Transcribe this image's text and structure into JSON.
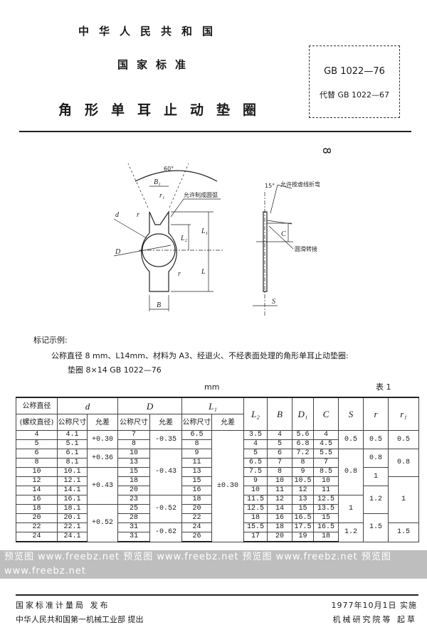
{
  "header": {
    "country": "中华人民共和国",
    "standard_type": "国家标准",
    "title": "角形单耳止动垫圈",
    "standard_no": "GB 1022—76",
    "replaces": "代替 GB 1022—67",
    "page_no": "8"
  },
  "drawing": {
    "angle_label": "60°",
    "bend_angle_label": "15°",
    "note_arc": "允许制成圆弧",
    "note_bend": "允许按虚线折弯",
    "note_smooth": "圆滑转接",
    "dims": {
      "B1": "B₁",
      "r1": "r₁",
      "d": "d",
      "r": "r",
      "D": "D",
      "L2": "L₂",
      "L1": "L₁",
      "L": "L",
      "B": "B",
      "C": "C",
      "S": "S"
    }
  },
  "example": {
    "heading": "标记示例:",
    "text": "公称直径 8 mm、L14mm、材料为 A3、经退火、不经表面处理的角形单耳止动垫圈:",
    "marking": "垫圈  8×14  GB 1022—76"
  },
  "table": {
    "unit": "mm",
    "label": "表 1",
    "headers": {
      "nominal_1": "公称直径",
      "nominal_2": "(螺纹直径)",
      "d": "d",
      "D": "D",
      "L1": "L₁",
      "L2": "L₂",
      "B": "B",
      "D1": "D₁",
      "C": "C",
      "S": "S",
      "r": "r",
      "r1": "r₁",
      "basic_size": "公称尺寸",
      "tolerance": "允差"
    },
    "nominal": [
      "4",
      "5",
      "6",
      "8",
      "10",
      "12",
      "14",
      "16",
      "18",
      "20",
      "22",
      "24"
    ],
    "d": [
      "4.1",
      "5.1",
      "6.1",
      "8.1",
      "10.1",
      "12.1",
      "14.1",
      "16.1",
      "18.1",
      "20.1",
      "22.1",
      "24.1"
    ],
    "d_tol": [
      {
        "v": "+0.30",
        "span": 2
      },
      {
        "v": "+0.36",
        "span": 2
      },
      {
        "v": "+0.43",
        "span": 4
      },
      {
        "v": "+0.52",
        "span": 4
      }
    ],
    "D": [
      "7",
      "8",
      "10",
      "13",
      "15",
      "18",
      "20",
      "23",
      "25",
      "28",
      "31",
      "31"
    ],
    "D_tol": [
      {
        "v": "-0.35",
        "span": 2
      },
      {
        "v": "-0.43",
        "span": 5
      },
      {
        "v": "-0.52",
        "span": 3
      },
      {
        "v": "-0.62",
        "span": 2
      }
    ],
    "L1": [
      "6.5",
      "8",
      "9",
      "11",
      "13",
      "15",
      "16",
      "18",
      "20",
      "22",
      "24",
      "26"
    ],
    "L1_tol": [
      {
        "v": "±0.30",
        "span": 12
      }
    ],
    "L2": [
      "3.5",
      "4",
      "5",
      "6.5",
      "7.5",
      "9",
      "10",
      "11.5",
      "12.5",
      "18",
      "15.5",
      "17"
    ],
    "B": [
      "4",
      "5",
      "6",
      "7",
      "8",
      "10",
      "11",
      "12",
      "14",
      "16",
      "18",
      "20"
    ],
    "D1": [
      "5.6",
      "6.8",
      "7.2",
      "8",
      "9",
      "10.5",
      "12",
      "13",
      "15",
      "16.5",
      "17.5",
      "19"
    ],
    "C": [
      "4",
      "4.5",
      "5.5",
      "7",
      "8.5",
      "10",
      "11",
      "12.5",
      "13.5",
      "15",
      "16.5",
      "18"
    ],
    "S": [
      {
        "v": "0.5",
        "span": 2
      },
      {
        "v": "0.8",
        "span": 5
      },
      {
        "v": "1",
        "span": 3
      },
      {
        "v": "1.2",
        "span": 2
      }
    ],
    "r": [
      {
        "v": "0.5",
        "span": 2
      },
      {
        "v": "0.8",
        "span": 2
      },
      {
        "v": "1",
        "span": 2
      },
      {
        "v": "1.2",
        "span": 3
      },
      {
        "v": "1.5",
        "span": 3
      }
    ],
    "r1": [
      {
        "v": "0.5",
        "span": 2
      },
      {
        "v": "0.8",
        "span": 3
      },
      {
        "v": "1",
        "span": 5
      },
      {
        "v": "1.5",
        "span": 2
      }
    ]
  },
  "watermark": "预览图  www.freebz.net    预览图  www.freebz.net    预览图  www.freebz.net    预览图  www.freebz.net",
  "footer": {
    "issuer": "国家标准计量局 发布",
    "proposer": "中华人民共和国第一机械工业部 提出",
    "effective": "1977年10月1日 实施",
    "drafter": "机械研究院等 起草"
  }
}
